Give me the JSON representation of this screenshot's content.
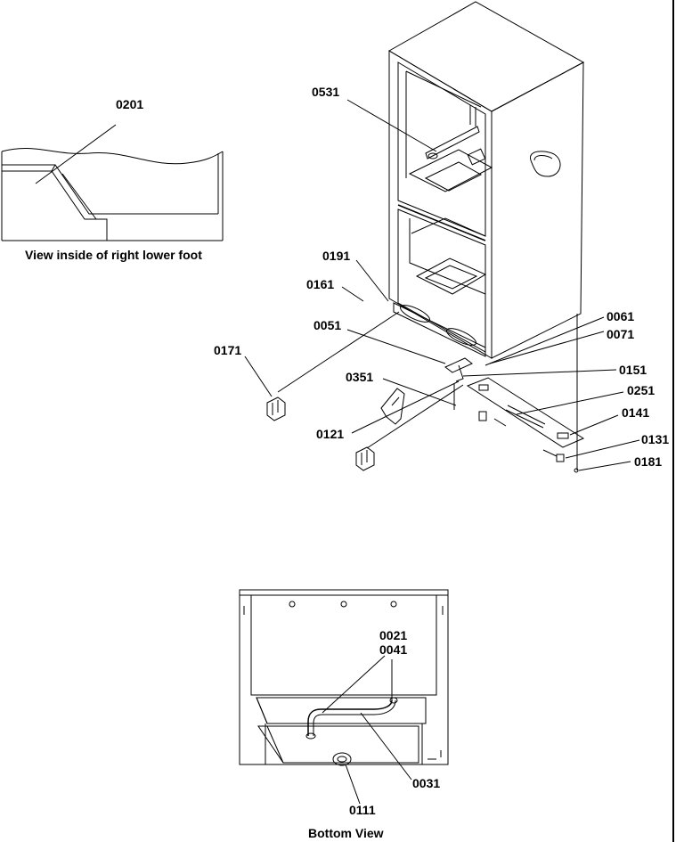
{
  "labels": {
    "p0201": "0201",
    "p0531": "0531",
    "p0191": "0191",
    "p0161": "0161",
    "p0051": "0051",
    "p0171": "0171",
    "p0061": "0061",
    "p0071": "0071",
    "p0151": "0151",
    "p0351": "0351",
    "p0251": "0251",
    "p0141": "0141",
    "p0121": "0121",
    "p0131": "0131",
    "p0181": "0181",
    "p0021": "0021",
    "p0041": "0041",
    "p0031": "0031",
    "p0111": "0111"
  },
  "captions": {
    "foot_view": "View inside of right lower foot",
    "bottom_view": "Bottom View"
  }
}
